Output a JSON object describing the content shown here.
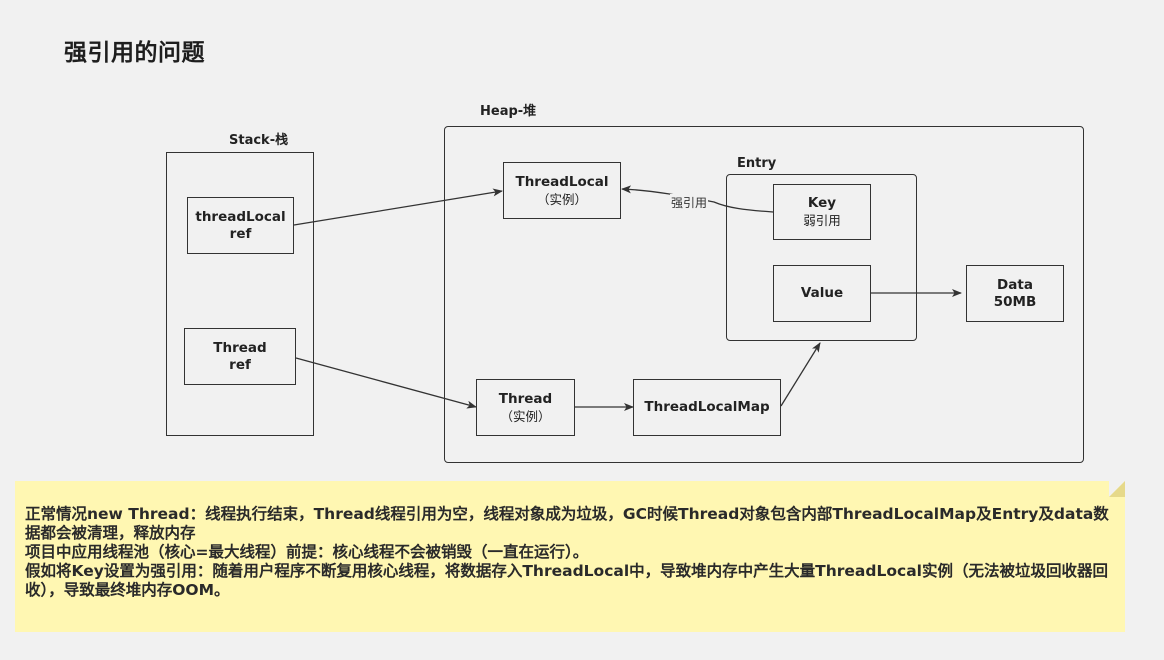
{
  "title": "强引用的问题",
  "groups": {
    "stack": "Stack-栈",
    "heap": "Heap-堆",
    "entry": "Entry"
  },
  "nodes": {
    "threadlocal_ref": [
      "threadLocal",
      "ref"
    ],
    "thread_ref": [
      "Thread",
      "ref"
    ],
    "threadlocal_instance": [
      "ThreadLocal",
      "（实例）"
    ],
    "thread_instance": [
      "Thread",
      "（实例）"
    ],
    "threadlocalmap": [
      "ThreadLocalMap"
    ],
    "key": [
      "Key",
      "弱引用"
    ],
    "value": [
      "Value"
    ],
    "data": [
      "Data",
      "50MB"
    ]
  },
  "edge_labels": {
    "strong_ref": "强引用"
  },
  "note": {
    "lines": [
      "正常情况new Thread：线程执行结束，Thread线程引用为空，线程对象成为垃圾，GC时候Thread对象包含内部ThreadLocalMap及Entry及data数据都会被清理，释放内存",
      "项目中应用线程池（核心=最大线程）前提：核心线程不会被销毁（一直在运行）。",
      "假如将Key设置为强引用：随着用户程序不断复用核心线程，将数据存入ThreadLocal中，导致堆内存中产生大量ThreadLocal实例（无法被垃圾回收器回收），导致最终堆内存OOM。"
    ]
  },
  "colors": {
    "background": "#f1f1f1",
    "note_background": "#fff7b2",
    "stroke": "#333333"
  }
}
